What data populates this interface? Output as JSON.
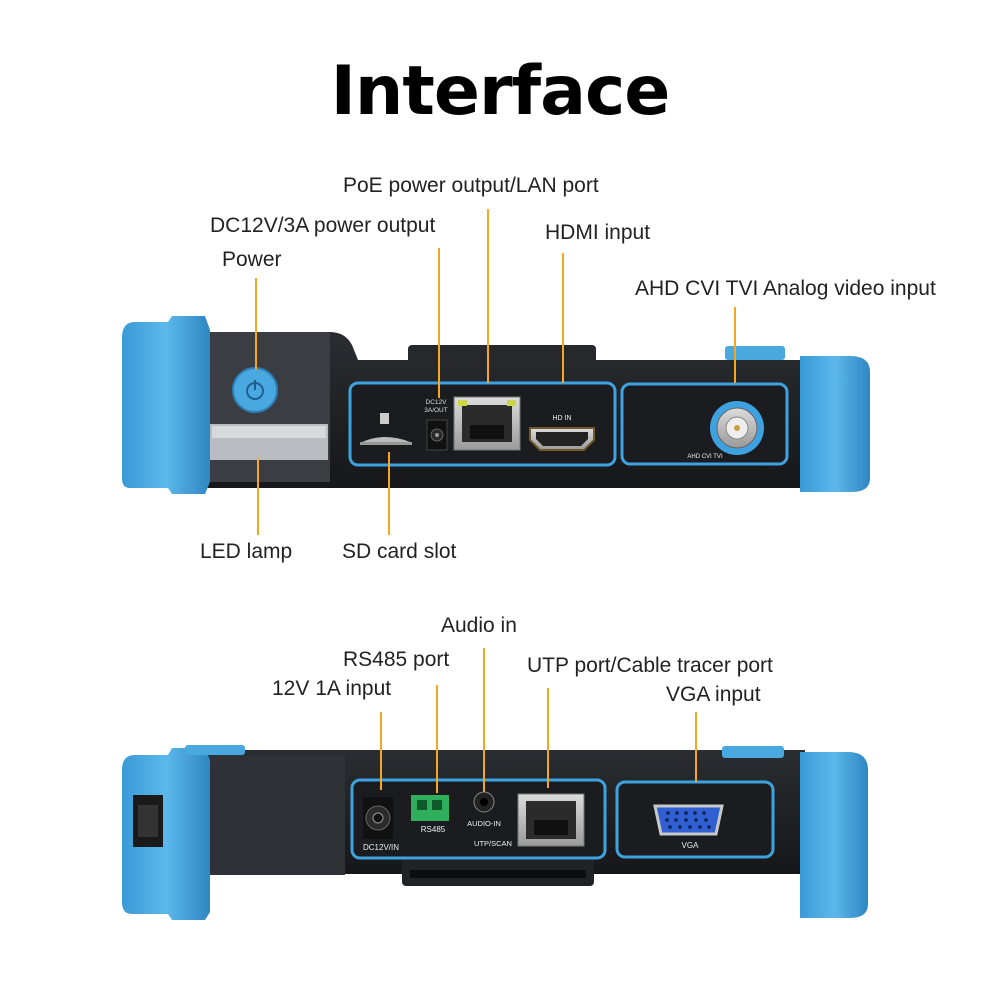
{
  "title": "Interface",
  "colors": {
    "accent_blue": "#4aa8e0",
    "leader_orange": "#f5a623",
    "body_dark": "#1d1f22"
  },
  "top_view": {
    "labels": {
      "poe": "PoE power output/LAN port",
      "dc12v_out": "DC12V/3A power output",
      "hdmi": "HDMI input",
      "power": "Power",
      "analog": "AHD CVI TVI Analog video input",
      "led": "LED lamp",
      "sd": "SD card slot"
    },
    "printed": {
      "dc_out": [
        "DC12V",
        "3A/OUT"
      ],
      "hd_in": "HD IN",
      "analog_port": "AHD CVI TVI"
    }
  },
  "bottom_view": {
    "labels": {
      "audio_in": "Audio in",
      "rs485": "RS485 port",
      "utp": "UTP port/Cable tracer port",
      "dc_in": "12V 1A input",
      "vga": "VGA input"
    },
    "printed": {
      "dc_in": "DC12V/IN",
      "rs485": "RS485",
      "audio": "AUDIO-IN",
      "utp": "UTP/SCAN",
      "vga": "VGA"
    }
  }
}
